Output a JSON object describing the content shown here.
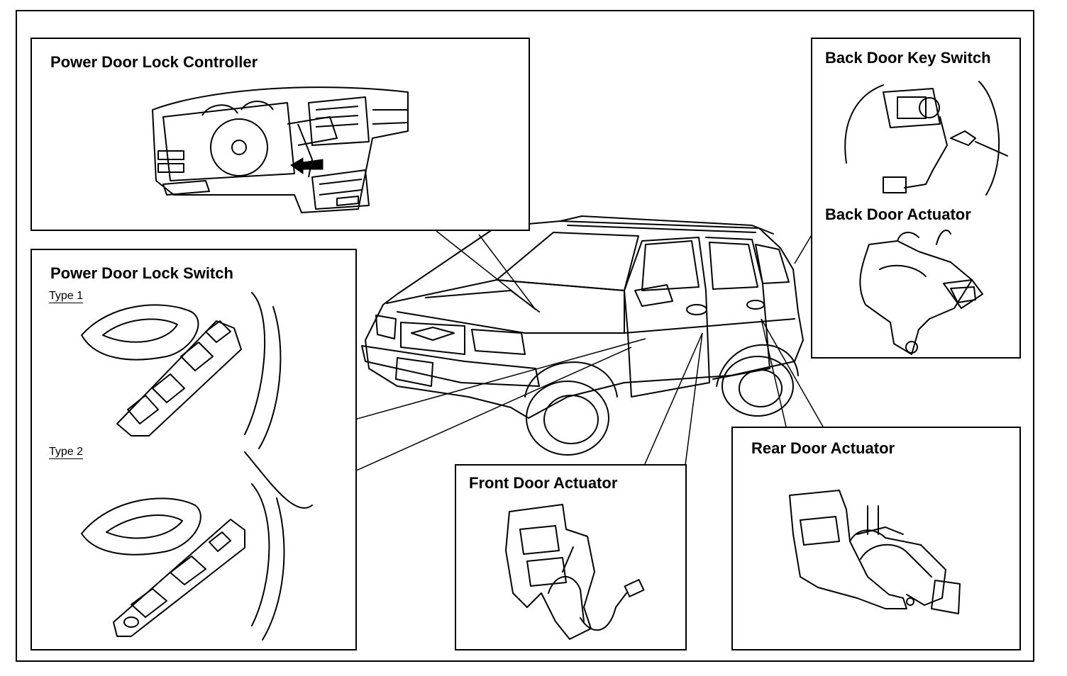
{
  "labels": {
    "controller": "Power Door Lock Controller",
    "switch": "Power Door Lock Switch",
    "type1": "Type 1",
    "type2": "Type 2",
    "back_key_switch": "Back Door Key Switch",
    "back_actuator": "Back Door Actuator",
    "front_actuator": "Front Door Actuator",
    "rear_actuator": "Rear Door Actuator"
  },
  "icons": {
    "vehicle": "suv-vehicle-icon",
    "controller": "dashboard-controller-icon",
    "switch": "window-switch-icon",
    "key_switch": "key-cylinder-icon",
    "actuator": "door-actuator-icon"
  }
}
